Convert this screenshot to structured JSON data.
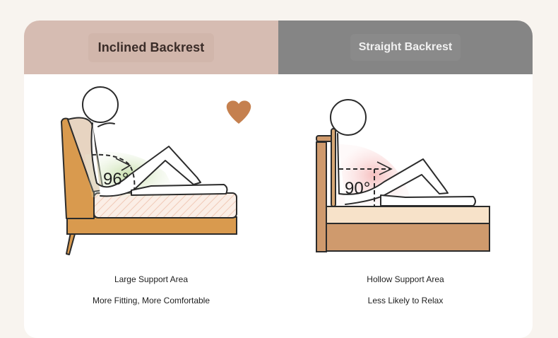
{
  "left": {
    "title": "Inclined Backrest",
    "angle": "96°",
    "caption1": "Large Support Area",
    "caption2": "More Fitting, More Comfortable",
    "icon": "heart-icon"
  },
  "right": {
    "title": "Straight Backrest",
    "angle": "90°",
    "caption1": "Hollow Support Area",
    "caption2": "Less Likely to Relax"
  },
  "colors": {
    "inclined_header": "#d6bcb2",
    "straight_header": "#858585",
    "wood": "#d99a4e",
    "heart": "#c5804f",
    "green_zone": "#cfe2b6",
    "pink_zone": "#f6c6c6"
  }
}
